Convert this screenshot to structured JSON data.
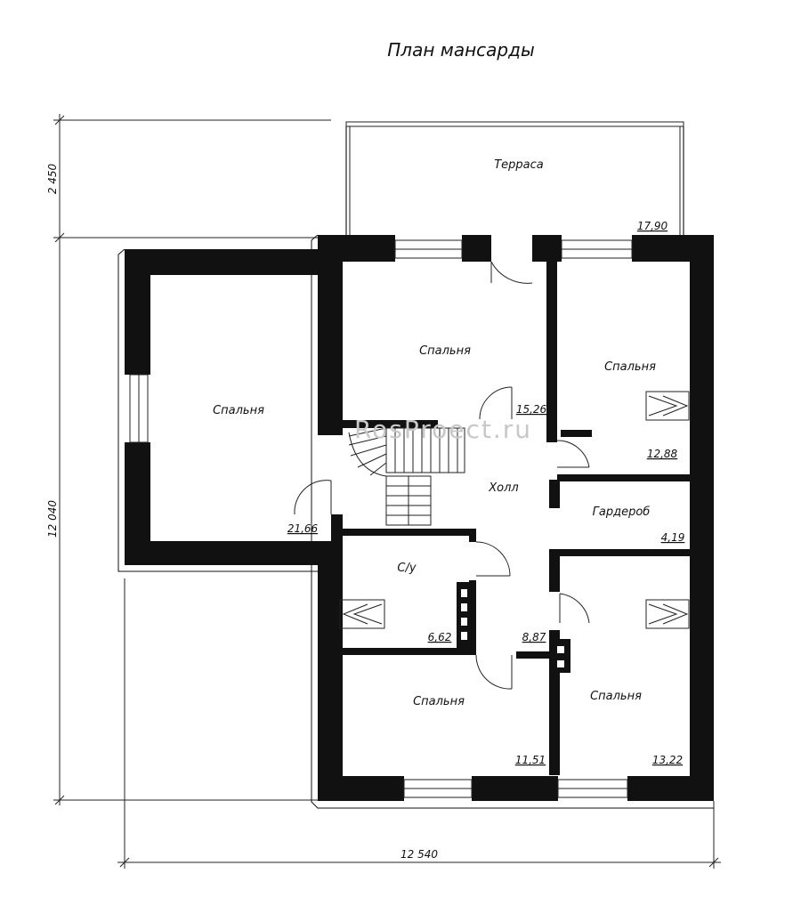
{
  "title": "План мансарды",
  "watermark": "RosProect.ru",
  "rooms": [
    {
      "id": "terrace",
      "label": "Терраса",
      "area": "17,90"
    },
    {
      "id": "bedroom-west",
      "label": "Спальня",
      "area": "21,66"
    },
    {
      "id": "bedroom-north",
      "label": "Спальня",
      "area": "15,26"
    },
    {
      "id": "bedroom-northeast",
      "label": "Спальня",
      "area": "12,88"
    },
    {
      "id": "hall",
      "label": "Холл",
      "area": "8,87"
    },
    {
      "id": "wardrobe",
      "label": "Гардероб",
      "area": "4,19"
    },
    {
      "id": "bathroom",
      "label": "С/у",
      "area": "6,62"
    },
    {
      "id": "bedroom-south",
      "label": "Спальня",
      "area": "11,51"
    },
    {
      "id": "bedroom-southeast",
      "label": "Спальня",
      "area": "13,22"
    }
  ],
  "dimensions": {
    "terrace_depth": "2 450",
    "total_depth": "12 040",
    "total_width": "12 540"
  },
  "colors": {
    "wall": "#111111",
    "line": "#222222",
    "background": "#ffffff"
  }
}
